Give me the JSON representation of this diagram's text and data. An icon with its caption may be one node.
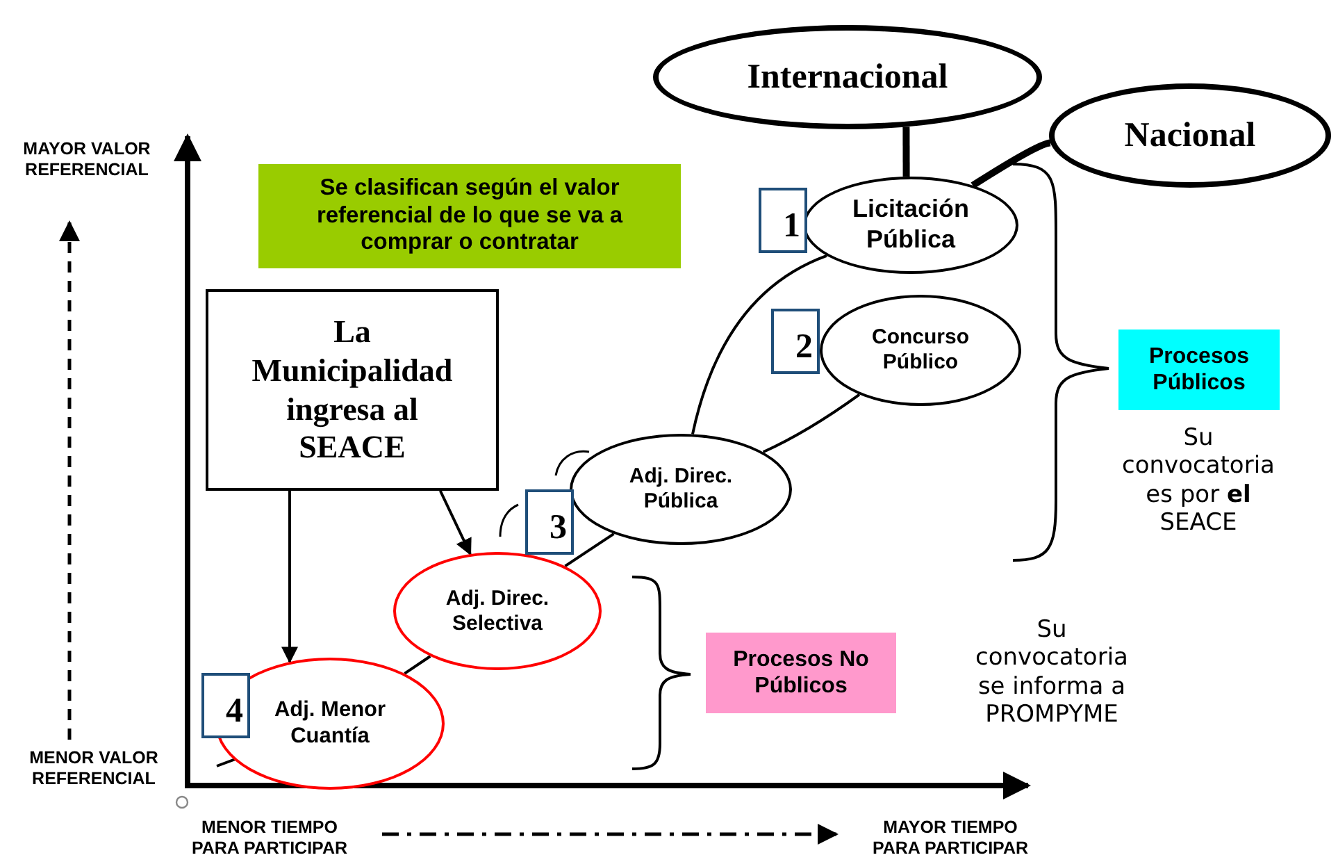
{
  "diagram": {
    "nodes": [
      {
        "text": [
          "Internacional"
        ]
      },
      {
        "text": [
          "Nacional"
        ]
      },
      {
        "text": [
          "Se clasifican según el valor referencial de lo que se va a comprar o contratar"
        ]
      },
      {
        "text": [
          "1"
        ]
      },
      {
        "text": [
          "Licitación Pública"
        ]
      },
      {
        "text": [
          "La Municipalidad ingresa al SEACE"
        ]
      },
      {
        "text": [
          "2"
        ]
      },
      {
        "text": [
          "Concurso Público"
        ]
      },
      {
        "text": [
          "Procesos Públicos"
        ]
      },
      {
        "text": [
          "Adj. Direc. Pública"
        ]
      },
      {
        "text": [
          "3"
        ]
      },
      {
        "text": [
          "Adj. Direc. Selectiva"
        ]
      },
      {
        "text": [
          "Procesos No Públicos"
        ]
      },
      {
        "text": [
          "4"
        ]
      },
      {
        "text": [
          "Adj. Menor Cuantía"
        ]
      }
    ],
    "edges": [
      {
        "from": 0,
        "to": 4,
        "arrow": "none",
        "style": "thick"
      },
      {
        "from": 1,
        "to": 4,
        "arrow": "none",
        "style": "thick"
      },
      {
        "from": 4,
        "to": 9,
        "arrow": "none"
      },
      {
        "from": 7,
        "to": 9,
        "arrow": "none"
      },
      {
        "from": 11,
        "to": 9,
        "arrow": "none"
      },
      {
        "from": 14,
        "to": 11,
        "arrow": "none"
      },
      {
        "from": null,
        "to": 14,
        "arrow": "none"
      },
      {
        "from": 5,
        "to": 14,
        "arrow": "to"
      },
      {
        "from": 5,
        "to": 11,
        "arrow": "to"
      }
    ],
    "labels": [
      "MAYOR VALOR REFERENCIAL",
      "Su convocatoria es por **el** SEACE",
      "Su convocatoria se informa a PROMPYME",
      "MENOR VALOR REFERENCIAL",
      "MENOR TIEMPO PARA PARTICIPAR",
      "MAYOR TIEMPO PARA PARTICIPAR"
    ]
  }
}
